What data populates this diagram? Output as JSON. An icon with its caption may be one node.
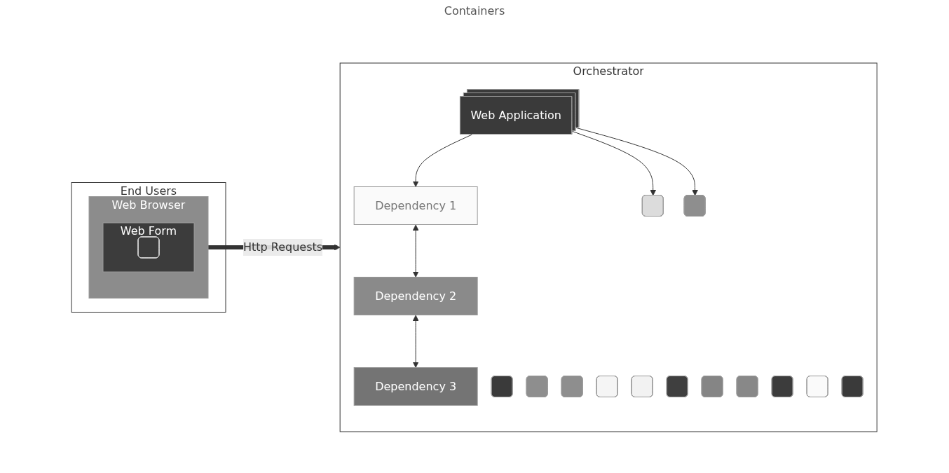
{
  "diagram": {
    "nodes": [
      {
        "text": [
          "End Users"
        ]
      },
      {
        "text": [
          "Web Browser"
        ],
        "in": 0
      },
      {
        "text": [
          "Web Form"
        ],
        "in": 1
      },
      {
        "text": [],
        "shape": "box",
        "in": 2
      },
      {
        "text": [
          "Orchestrator"
        ]
      },
      {
        "text": [
          "Web Application"
        ],
        "in": 4
      },
      {
        "text": [
          "Dependency 1"
        ],
        "in": 4
      },
      {
        "text": [],
        "shape": "box",
        "in": 4
      },
      {
        "text": [],
        "shape": "box",
        "in": 4
      },
      {
        "text": [],
        "shape": "box",
        "in": 4
      },
      {
        "text": [],
        "shape": "box",
        "in": 4
      },
      {
        "text": [
          "Dependency 2"
        ],
        "in": 4
      },
      {
        "text": [],
        "shape": "box",
        "in": 4
      },
      {
        "text": [
          "Dependency 3"
        ],
        "in": 4
      },
      {
        "text": [],
        "shape": "box",
        "in": 4
      },
      {
        "text": [],
        "shape": "box",
        "in": 4
      },
      {
        "text": [],
        "shape": "box",
        "in": 4
      },
      {
        "text": [],
        "shape": "box",
        "in": 4
      },
      {
        "text": [],
        "shape": "box",
        "in": 4
      },
      {
        "text": [],
        "shape": "box",
        "in": 4
      },
      {
        "text": [],
        "shape": "box",
        "in": 4
      },
      {
        "text": [],
        "shape": "box",
        "in": 4
      }
    ],
    "edges": [
      {
        "from": 1,
        "to": 4,
        "arrow": "to",
        "label": "Http Requests",
        "style": "thick",
        "color": "#333333"
      },
      {
        "from": 5,
        "to": 6,
        "arrow": "to"
      },
      {
        "from": 5,
        "to": 17,
        "arrow": "to"
      },
      {
        "from": 5,
        "to": 18,
        "arrow": "to"
      },
      {
        "from": 6,
        "to": 11,
        "arrow": "both"
      },
      {
        "from": 11,
        "to": 13,
        "arrow": "both"
      }
    ],
    "labels": [
      "Containers"
    ]
  }
}
